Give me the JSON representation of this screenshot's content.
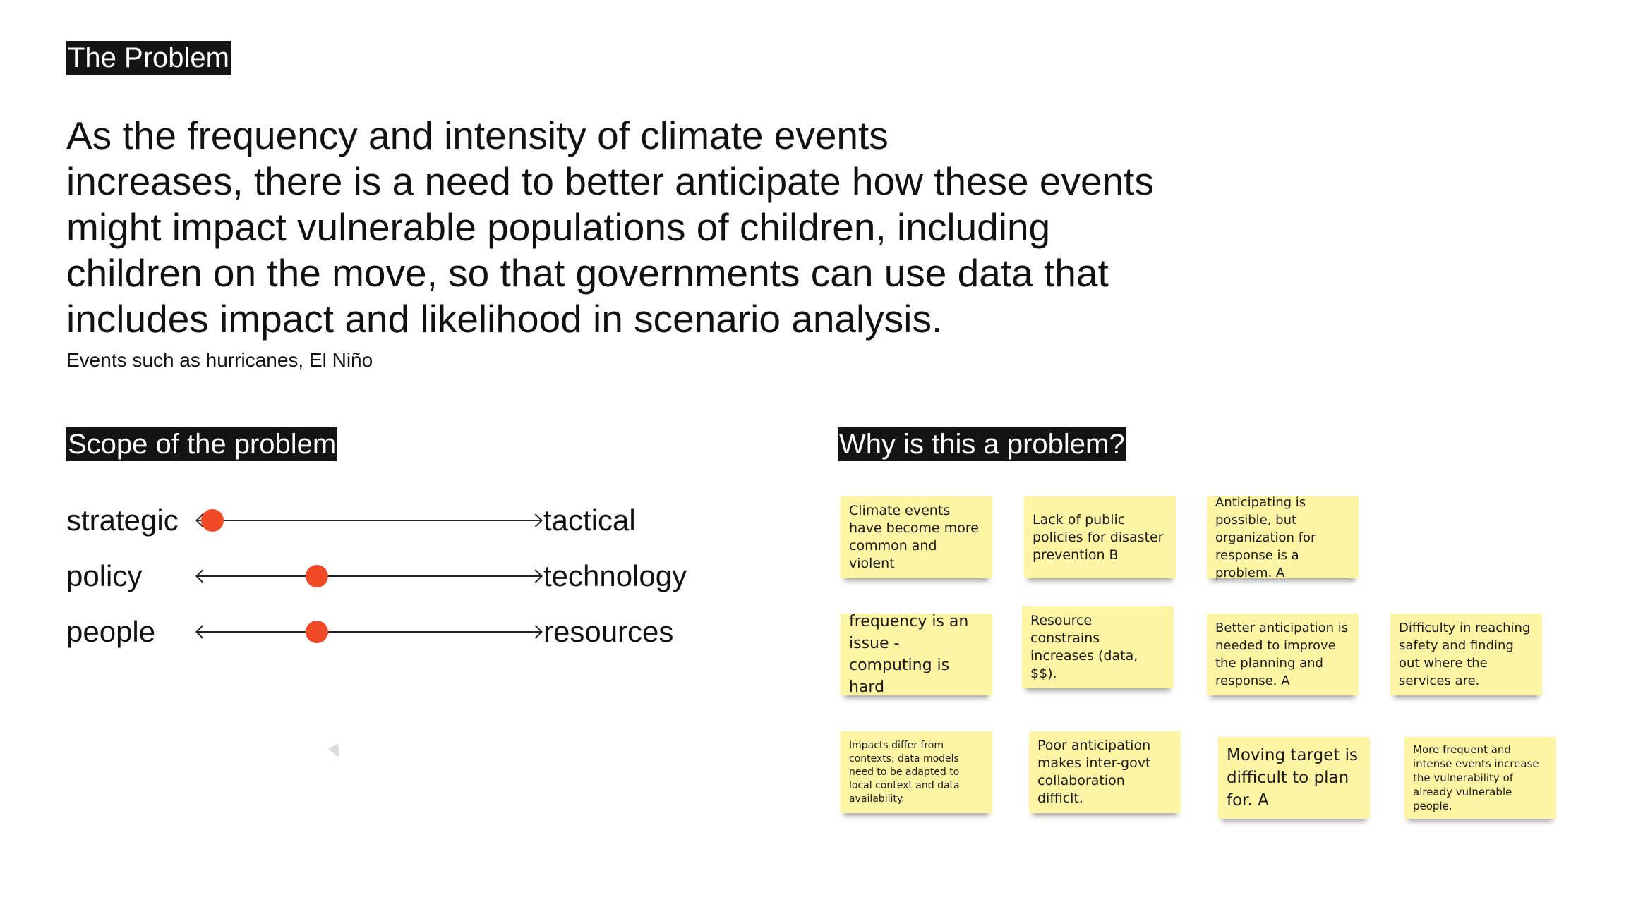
{
  "problem": {
    "tag": "The Problem",
    "statement_lines": [
      "As the frequency and intensity of climate events",
      "increases, there is a need to better anticipate how these events",
      "might impact vulnerable populations of children, including",
      "children on the move, so that governments can use data that",
      "includes impact and likelihood in scenario analysis."
    ],
    "note": "Events such as hurricanes, El Niño"
  },
  "scope": {
    "tag": "Scope of the problem",
    "scales": [
      {
        "left": "strategic",
        "right": "tactical",
        "position": 0.05
      },
      {
        "left": "policy",
        "right": "technology",
        "position": 0.35
      },
      {
        "left": "people",
        "right": "resources",
        "position": 0.35
      }
    ],
    "dot_color": "#f04a26"
  },
  "why": {
    "tag": "Why is this a problem?",
    "sticky_color": "#fdf5a4",
    "notes": [
      "Climate events have become more common and violent",
      "Lack of public policies for disaster prevention B",
      "Anticipating is possible, but organization for response is a problem. A",
      "frequency is an issue - computing is hard",
      "Resource constrains increases (data, $$).",
      "Better anticipation is needed to improve the planning and response. A",
      "Difficulty in  reaching safety and finding out where the services are.",
      "Impacts differ from contexts, data models need to be adapted to local context and data availability.",
      "Poor anticipation makes inter-govt collaboration difficlt.",
      "Moving target is difficult to plan for.  A",
      "More frequent and intense events increase the vulnerability of already vulnerable people."
    ]
  }
}
